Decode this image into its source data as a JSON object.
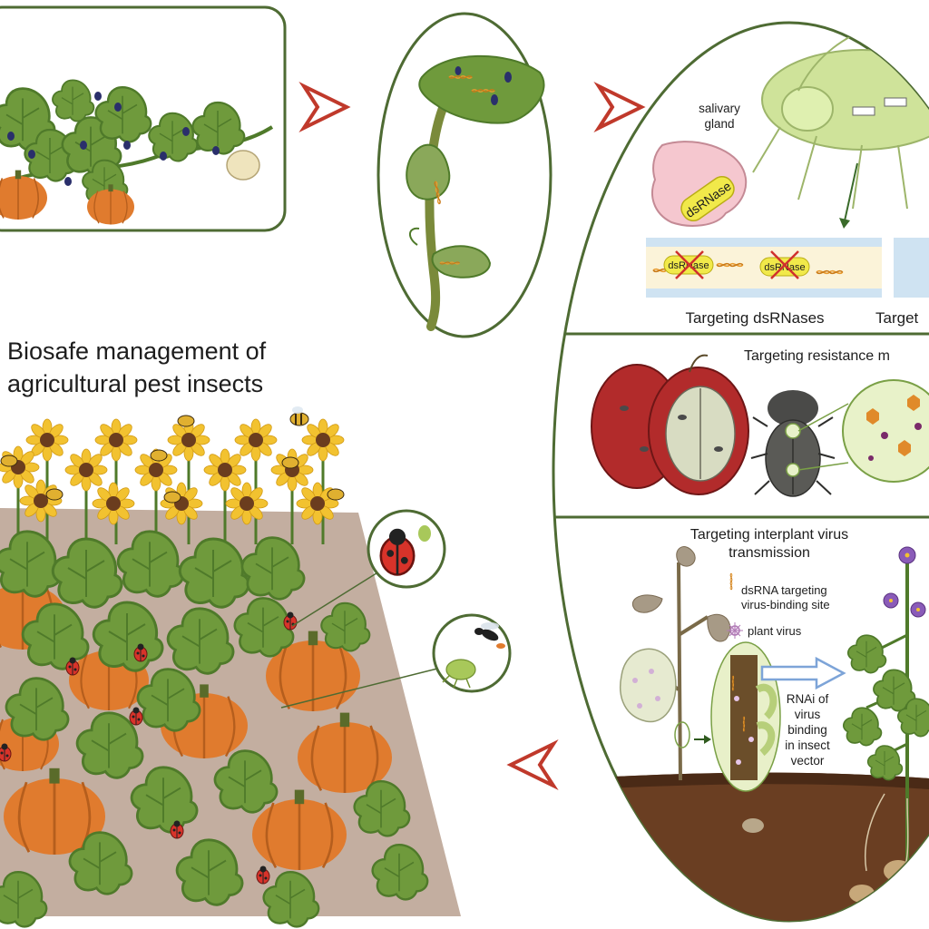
{
  "title": {
    "line1": "Biosafe management of",
    "line2": "agricultural pest insects"
  },
  "panel_dsrnase": {
    "salivary_label_1": "salivary",
    "salivary_label_2": "gland",
    "enzyme_label": "dsRNase",
    "gut_label_1": "dsRNase",
    "gut_label_2": "dsRNase",
    "caption": "Targeting dsRNases",
    "caption_cut": "Target"
  },
  "panel_resistance": {
    "caption": "Targeting resistance m"
  },
  "panel_virus": {
    "title_1": "Targeting interplant virus",
    "title_2": "transmission",
    "legend_dsrna_1": "dsRNA targeting",
    "legend_dsrna_2": "virus-binding site",
    "legend_virus": "plant virus",
    "rnai_1": "RNAi of",
    "rnai_2": "virus",
    "rnai_3": "binding",
    "rnai_4": "in insect",
    "rnai_5": "vector"
  },
  "colors": {
    "frame": "#4e6b33",
    "arrow": "#c0392b",
    "leaf": "#6f9a3c",
    "leaf_dark": "#4f7a2a",
    "pumpkin": "#e07b2e",
    "sunflower": "#f2c230",
    "soil": "#c3aea0",
    "dsrna": "#e89a2f",
    "virus": "#b07ab5",
    "rnai_arrow": "#7da4d8"
  },
  "icons": [
    "right-chevron-icon",
    "left-chevron-icon",
    "dsrna-icon",
    "virus-icon",
    "ladybug-icon",
    "aphid-icon",
    "bee-icon",
    "wasp-icon",
    "beetle-icon"
  ]
}
